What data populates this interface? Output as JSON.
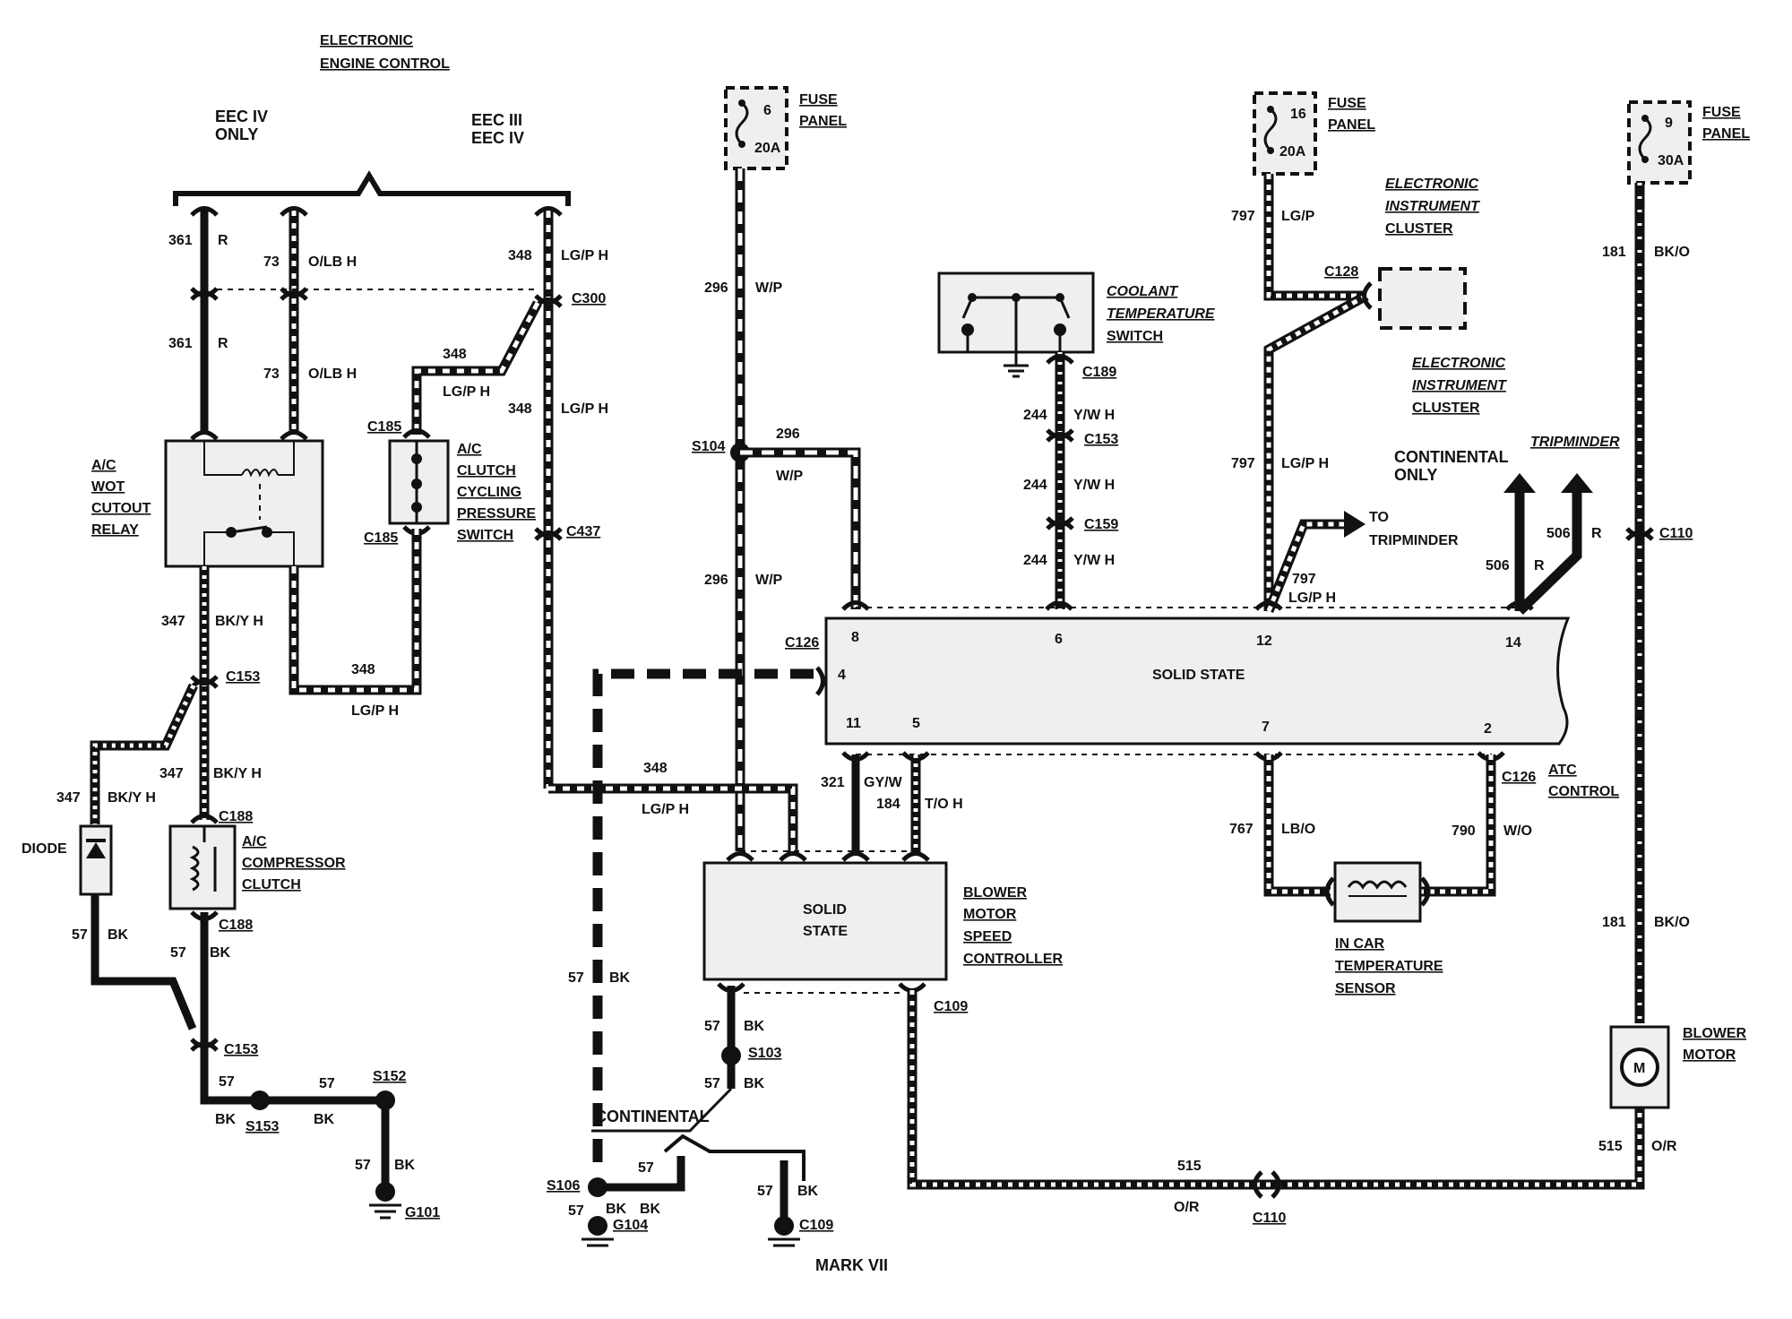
{
  "eec": {
    "title_line1": "ELECTRONIC",
    "title_line2": "ENGINE CONTROL",
    "only_iv_1": "EEC IV",
    "only_iv_2": "ONLY",
    "iii_iv_1": "EEC III",
    "iii_iv_2": "EEC IV"
  },
  "fuses": [
    {
      "num": "6",
      "amp": "20A",
      "label1": "FUSE",
      "label2": "PANEL"
    },
    {
      "num": "16",
      "amp": "20A",
      "label1": "FUSE",
      "label2": "PANEL"
    },
    {
      "num": "9",
      "amp": "30A",
      "label1": "FUSE",
      "label2": "PANEL"
    }
  ],
  "wires": {
    "w361a": "361",
    "w361a_c": "R",
    "w73a": "73",
    "w73a_c": "O/LB H",
    "w348a": "348",
    "w348a_c": "LG/P H",
    "w361b": "361",
    "w361b_c": "R",
    "w73b": "73",
    "w73b_c": "O/LB H",
    "w348b": "348",
    "w348b_c": "LG/P H",
    "w348c": "348",
    "w348c_c": "LG/P H",
    "w347a": "347",
    "w347a_c": "BK/Y H",
    "w348d": "348",
    "w348d_c": "LG/P H",
    "w347b": "347",
    "w347b_c": "BK/Y H",
    "w347c": "347",
    "w347c_c": "BK/Y H",
    "w57a": "57",
    "w57a_c": "BK",
    "w57b": "57",
    "w57b_c": "BK",
    "w57c": "57",
    "w57c_c": "BK",
    "w57d": "57",
    "w57d_c": "BK",
    "w57e": "57",
    "w57e_c": "BK",
    "w296a": "296",
    "w296a_c": "W/P",
    "w296b": "296",
    "w296b_c": "W/P",
    "w296c": "296",
    "w296c_c": "W/P",
    "w348e": "348",
    "w348e_c": "LG/P H",
    "w57f": "57",
    "w57f_c": "BK",
    "w321": "321",
    "w321_c": "GY/W",
    "w184": "184",
    "w184_c": "T/O  H",
    "w57g": "57",
    "w57g_c": "BK",
    "w57h": "57",
    "w57h_c": "BK",
    "w57i": "57",
    "w57i_c": "BK",
    "w57j": "57",
    "w57j_c": "BK",
    "w57k": "57",
    "w57k_c": "BK",
    "w244a": "244",
    "w244a_c": "Y/W H",
    "w244b": "244",
    "w244b_c": "Y/W H",
    "w244c": "244",
    "w244c_c": "Y/W H",
    "w797a": "797",
    "w797a_c": "LG/P",
    "w797b": "797",
    "w797b_c": "LG/P H",
    "w797c": "797",
    "w797c_c": "LG/P H",
    "w506a": "506",
    "w506a_c": "R",
    "w506b": "506",
    "w506b_c": "R",
    "w767": "767",
    "w767_c": "LB/O",
    "w790": "790",
    "w790_c": "W/O",
    "w181a": "181",
    "w181a_c": "BK/O",
    "w181b": "181",
    "w181b_c": "BK/O",
    "w515a": "515",
    "w515a_c": "O/R",
    "w515b": "515",
    "w515b_c": "O/R"
  },
  "connectors": {
    "c300": "C300",
    "c185a": "C185",
    "c185b": "C185",
    "c437": "C437",
    "c153a": "C153",
    "c188a": "C188",
    "c188b": "C188",
    "c153b": "C153",
    "c126a": "C126",
    "c126b": "C126",
    "c109a": "C109",
    "c109b": "C109",
    "c189": "C189",
    "c153c": "C153",
    "c159": "C159",
    "c128": "C128",
    "c110a": "C110",
    "c110b": "C110",
    "s104": "S104",
    "s103": "S103",
    "s106": "S106",
    "s152": "S152",
    "s153": "S153",
    "g101": "G101",
    "g104": "G104"
  },
  "components": {
    "relay": [
      "A/C",
      "WOT",
      "CUTOUT",
      "RELAY"
    ],
    "clutch_switch": [
      "A/C",
      "CLUTCH",
      "CYCLING",
      "PRESSURE",
      "SWITCH"
    ],
    "diode": "DIODE",
    "compressor": [
      "A/C",
      "COMPRESSOR",
      "CLUTCH"
    ],
    "coolant": [
      "COOLANT",
      "TEMPERATURE",
      "SWITCH"
    ],
    "eic1": [
      "ELECTRONIC",
      "INSTRUMENT",
      "CLUSTER"
    ],
    "eic2": [
      "ELECTRONIC",
      "INSTRUMENT",
      "CLUSTER"
    ],
    "continental_only": [
      "CONTINENTAL",
      "ONLY"
    ],
    "tripminder": "TRIPMINDER",
    "to_tripminder": [
      "TO",
      "TRIPMINDER"
    ],
    "solid_state_main": "SOLID STATE",
    "atc": [
      "ATC",
      "CONTROL"
    ],
    "pins": {
      "p8a": "8",
      "p6": "6",
      "p12": "12",
      "p14": "14",
      "p4": "4",
      "p11": "11",
      "p5": "5",
      "p7": "7",
      "p2": "2"
    },
    "blower_ctrl_box": [
      "SOLID",
      "STATE"
    ],
    "blower_ctrl": [
      "BLOWER",
      "MOTOR",
      "SPEED",
      "CONTROLLER"
    ],
    "incar": [
      "IN CAR",
      "TEMPERATURE",
      "SENSOR"
    ],
    "blower_motor": [
      "BLOWER",
      "MOTOR"
    ],
    "motor_symbol": "M",
    "continental": "CONTINENTAL",
    "mark": "MARK VII"
  }
}
